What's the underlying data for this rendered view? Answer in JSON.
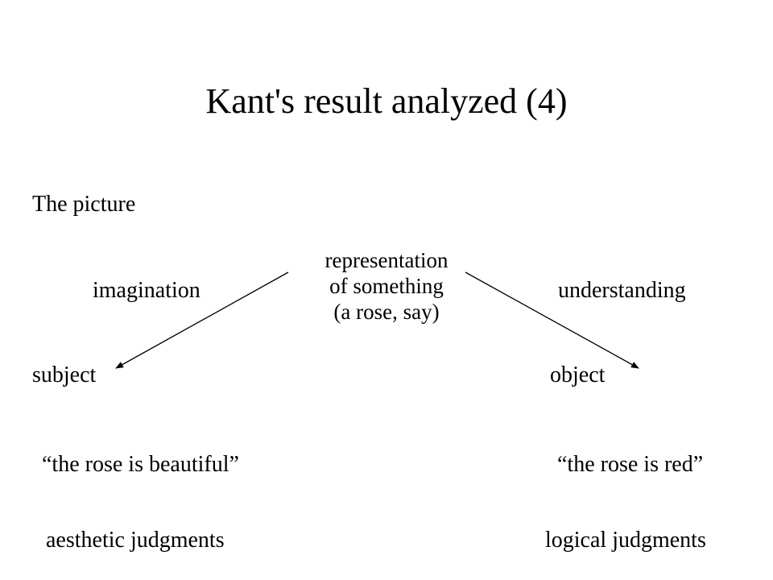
{
  "slide": {
    "title": "Kant's result analyzed (4)",
    "intro": "The picture",
    "center": {
      "line1": "representation",
      "line2": "of something",
      "line3": "(a rose, say)"
    },
    "left": {
      "faculty": "imagination",
      "pole": "subject",
      "example": "“the rose is beautiful”",
      "judgment_type": "aesthetic judgments"
    },
    "right": {
      "faculty": "understanding",
      "pole": "object",
      "example": "“the rose is red”",
      "judgment_type": "logical judgments"
    }
  }
}
